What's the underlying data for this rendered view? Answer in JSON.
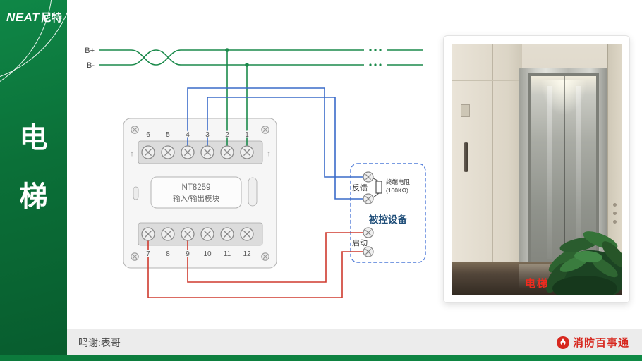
{
  "brand": {
    "en": "NEAT",
    "cn": "尼特"
  },
  "sidebar": {
    "char1": "电",
    "char2": "梯"
  },
  "bus": {
    "plus": "B+",
    "minus": "B-"
  },
  "module": {
    "model": "NT8259",
    "name": "输入/输出模块",
    "top_terminals": [
      "6",
      "5",
      "4",
      "3",
      "2",
      "1"
    ],
    "bottom_terminals": [
      "7",
      "8",
      "9",
      "10",
      "11",
      "12"
    ],
    "arrow_left": "↑",
    "arrow_right": "↑"
  },
  "device": {
    "feedback": "反馈",
    "resistor_line1": "终端电阻",
    "resistor_line2": "(100KΩ)",
    "name": "被控设备",
    "start": "启动"
  },
  "photo": {
    "label": "电梯"
  },
  "footer": {
    "credit": "鸣谢:表哥",
    "brand": "消防百事通"
  },
  "colors": {
    "sidebar_green": "#0b7038",
    "wire_green": "#1b8a4b",
    "wire_blue": "#3a6bc9",
    "wire_red": "#cf3a2e",
    "accent_red": "#d7281f"
  }
}
